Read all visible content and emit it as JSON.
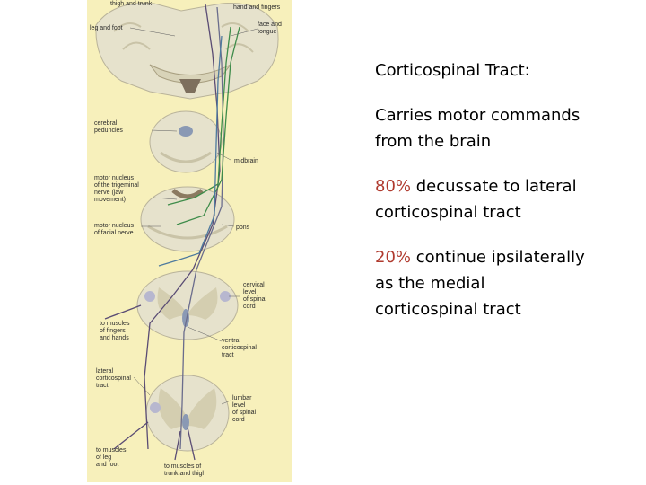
{
  "figure": {
    "labels": {
      "thigh_trunk": "thigh and trunk",
      "hand_fingers": "hand and fingers",
      "leg_foot": "leg and foot",
      "face_tongue": "face and\ntongue",
      "cerebral_peduncles": "cerebral\npeduncles",
      "midbrain": "midbrain",
      "trigeminal": "motor nucleus\nof the trigeminal\nnerve (jaw\nmovement)",
      "facial": "motor nucleus\nof facial nerve",
      "pons": "pons",
      "cervical": "cervical\nlevel\nof spinal\ncord",
      "fingers_hands": "to muscles\nof fingers\nand hands",
      "ventral": "ventral\ncorticospinal\ntract",
      "lateral": "lateral\ncorticospinal\ntract",
      "lumbar": "lumbar\nlevel\nof spinal\ncord",
      "leg_foot_muscles": "to muscles\nof leg\nand foot",
      "trunk_thigh": "to muscles of\ntrunk and thigh"
    }
  },
  "text": {
    "heading": "Corticospinal Tract:",
    "para1": "Carries motor commands from the brain",
    "para2_pct": "80%",
    "para2_rest": " decussate to lateral corticospinal tract",
    "para3_pct": "20%",
    "para3_rest": " continue ipsilaterally as the medial corticospinal tract"
  },
  "colors": {
    "figure_bg": "#f7f0bb",
    "tissue": "#e6e2cc",
    "percent_accent": "#b03a2e"
  }
}
